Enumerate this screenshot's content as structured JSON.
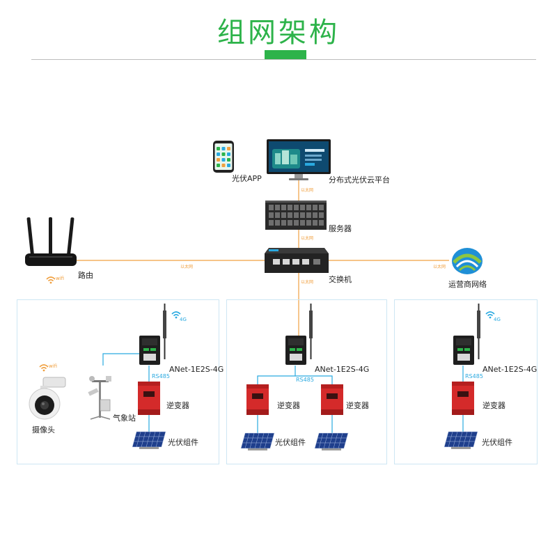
{
  "header": {
    "title": "组网架构"
  },
  "nodes": {
    "app": "光伏APP",
    "platform": "分布式光伏云平台",
    "server": "服务器",
    "switch": "交换机",
    "router": "路由",
    "isp": "运营商网络"
  },
  "links": {
    "ethernet": "以太网"
  },
  "wifi": "wifi",
  "signal_4g": "4G",
  "panels": [
    {
      "gateway": "ANet-1E2S-4G",
      "bus": "RS485",
      "camera": "摄像头",
      "weather": "气象站",
      "inverters": [
        "逆变器"
      ],
      "pv": [
        "光伏组件"
      ]
    },
    {
      "gateway": "ANet-1E2S-4G",
      "bus": "RS485",
      "inverters": [
        "逆变器",
        "逆变器"
      ],
      "pv": [
        "光伏组件"
      ]
    },
    {
      "gateway": "ANet-1E2S-4G",
      "bus": "RS485",
      "inverters": [
        "逆变器"
      ],
      "pv": [
        "光伏组件"
      ]
    }
  ],
  "colors": {
    "accent": "#2db34a",
    "ethernet_line": "#f0a040",
    "rs485_line": "#29a9e0",
    "inverter": "#d42a2a"
  },
  "icons": [
    "phone-icon",
    "monitor-icon",
    "server-icon",
    "switch-icon",
    "router-icon",
    "isp-logo-icon",
    "gateway-icon",
    "antenna-icon",
    "inverter-icon",
    "solar-panel-icon",
    "camera-icon",
    "weather-station-icon",
    "wifi-icon",
    "signal-icon"
  ]
}
